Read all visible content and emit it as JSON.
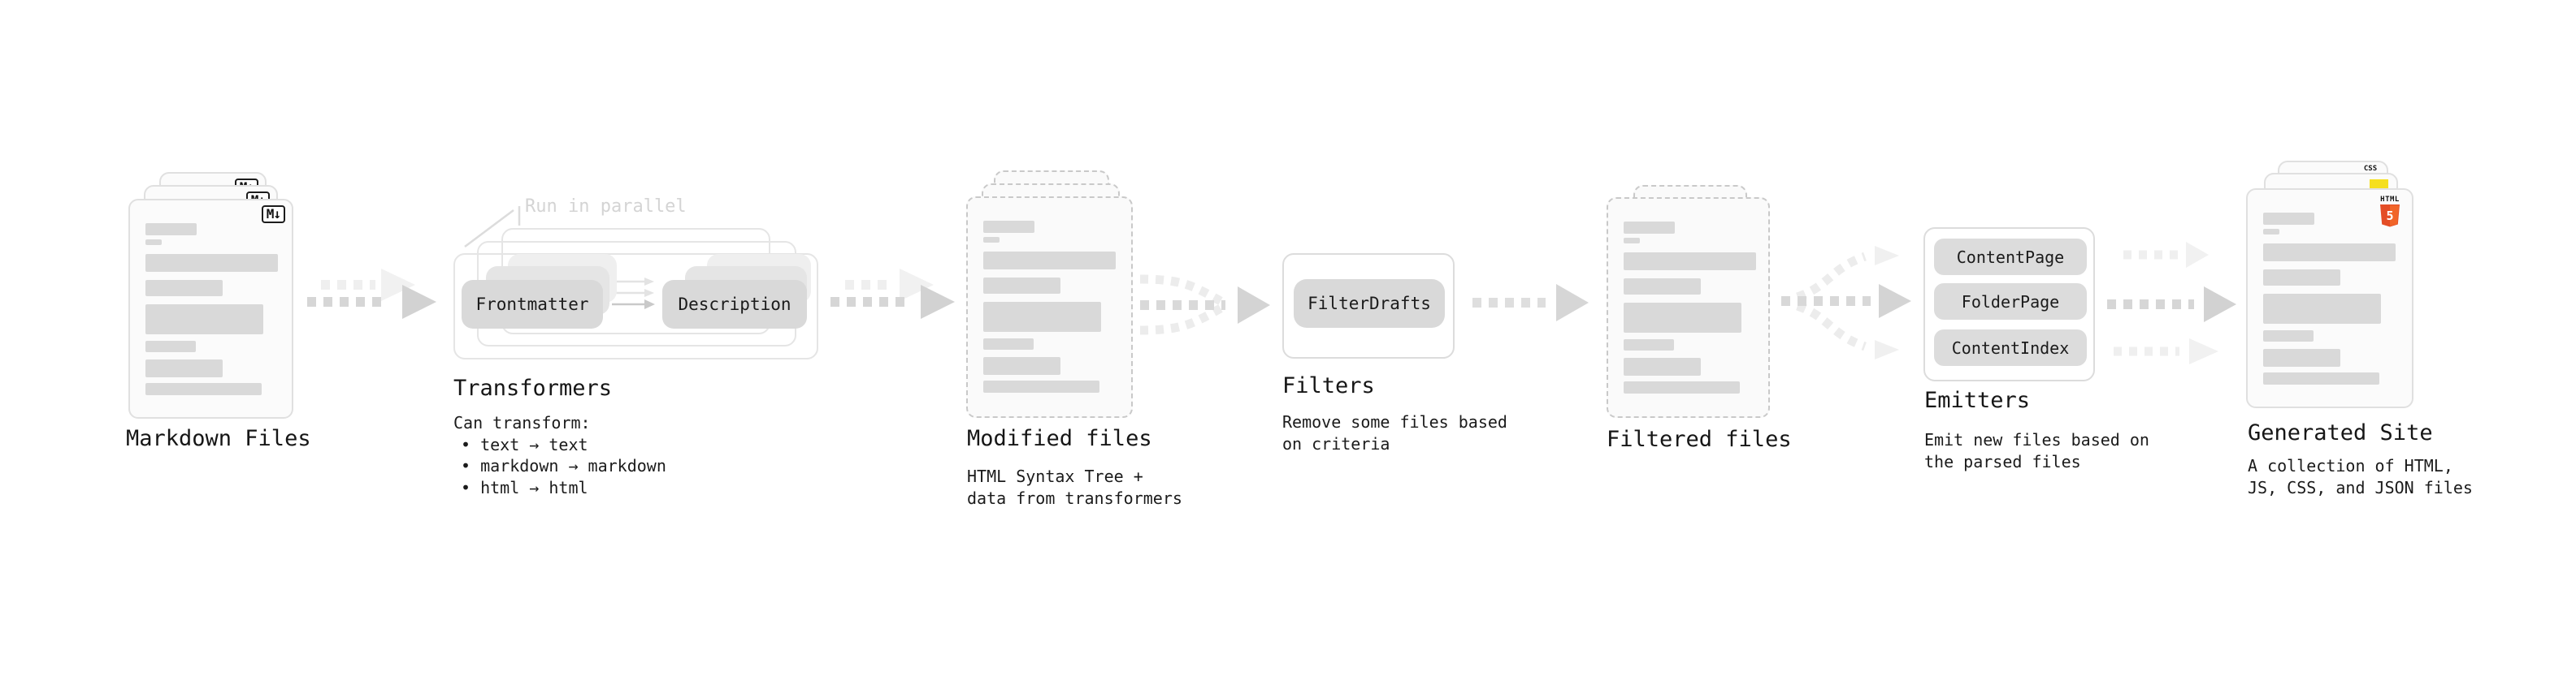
{
  "stages": {
    "markdown_files": {
      "title": "Markdown Files"
    },
    "transformers": {
      "title": "Transformers",
      "note": "Run in parallel",
      "input_pill": "Frontmatter",
      "output_pill": "Description",
      "desc_heading": "Can transform:",
      "bullets": [
        "• text → text",
        "• markdown → markdown",
        "• html → html"
      ]
    },
    "modified_files": {
      "title": "Modified files",
      "subtitle": [
        "HTML Syntax Tree +",
        "data from transformers"
      ]
    },
    "filters": {
      "title": "Filters",
      "pill": "FilterDrafts",
      "subtitle": [
        "Remove some files based",
        "on criteria"
      ]
    },
    "filtered_files": {
      "title": "Filtered files"
    },
    "emitters": {
      "title": "Emitters",
      "pills": [
        "ContentPage",
        "FolderPage",
        "ContentIndex"
      ],
      "subtitle": [
        "Emit new files based on",
        "the parsed files"
      ]
    },
    "generated_site": {
      "title": "Generated Site",
      "subtitle": [
        "A collection of HTML,",
        "JS, CSS, and JSON files"
      ]
    }
  },
  "icons": {
    "markdown": "M↓",
    "html5_label": "HTML",
    "html5_glyph": "5",
    "css_label": "CSS"
  },
  "colors": {
    "html5_orange": "#e44d26",
    "js_yellow": "#f5df1e",
    "css_blue": "#2e6be6",
    "arrow_gray": "#d6d6d6",
    "arrow_light": "#ededed",
    "card_border": "#e0e0e0",
    "placeholder_bar": "#d9d9d9"
  }
}
